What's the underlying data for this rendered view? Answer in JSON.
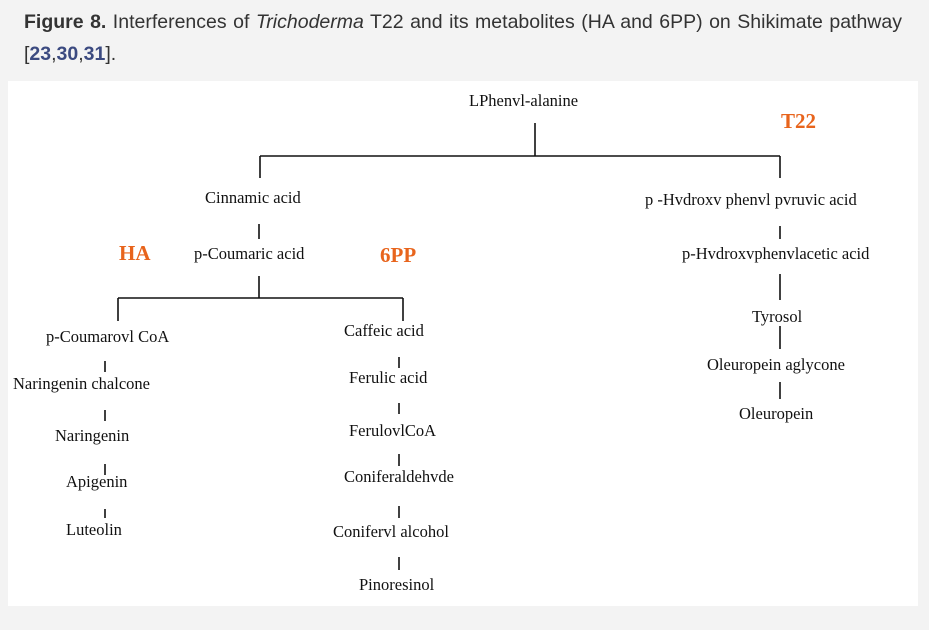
{
  "caption": {
    "figure_label": "Figure 8.",
    "text_before": " Interferences of ",
    "organism": "Trichoderma",
    "text_after": " T22 and its metabolites (HA and 6PP) on Shikimate pathway [",
    "refs": [
      "23",
      "30",
      "31"
    ],
    "sep": ",",
    "close": "]."
  },
  "diagram": {
    "root": "LPhenvl-alanine",
    "agents": {
      "t22": "T22",
      "ha": "HA",
      "sixpp": "6PP"
    },
    "left_branch": {
      "cinnamic": "Cinnamic acid",
      "coumaric": "p-Coumaric acid",
      "coumaroyl_chain": [
        "p-Coumarovl CoA",
        "Naringenin chalcone",
        "Naringenin",
        "Apigenin",
        "Luteolin"
      ],
      "caffeic_chain": [
        "Caffeic acid",
        "Ferulic acid",
        "FerulovlCoA",
        "Coniferaldehvde",
        "Conifervl alcohol",
        "Pinoresinol"
      ]
    },
    "right_branch": {
      "chain": [
        "p -Hvdroxv phenvl pvruvic acid",
        "p-Hvdroxvphenvlacetic acid",
        "Tyrosol",
        "Oleuropein aglycone",
        "Oleuropein"
      ]
    }
  },
  "colors": {
    "agent": "#e8641c",
    "ref_link": "#3b4a80",
    "caption_text": "#333333",
    "panel_bg": "#ffffff"
  }
}
